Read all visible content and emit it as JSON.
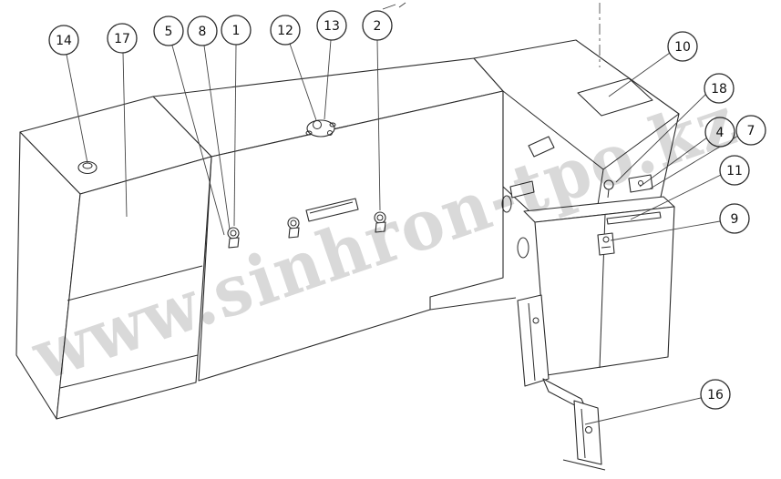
{
  "watermark": {
    "text": "www.sinhron-tpo.kz",
    "color": "#b9b9b9"
  },
  "drawing": {
    "line_color": "#2b2b2b",
    "background": "#ffffff",
    "type": "exploded-parts-line-drawing"
  },
  "callouts": [
    {
      "label": "14"
    },
    {
      "label": "17"
    },
    {
      "label": "5"
    },
    {
      "label": "8"
    },
    {
      "label": "1"
    },
    {
      "label": "12"
    },
    {
      "label": "13"
    },
    {
      "label": "2"
    },
    {
      "label": "10"
    },
    {
      "label": "18"
    },
    {
      "label": "4"
    },
    {
      "label": "7"
    },
    {
      "label": "11"
    },
    {
      "label": "9"
    },
    {
      "label": "16"
    }
  ]
}
